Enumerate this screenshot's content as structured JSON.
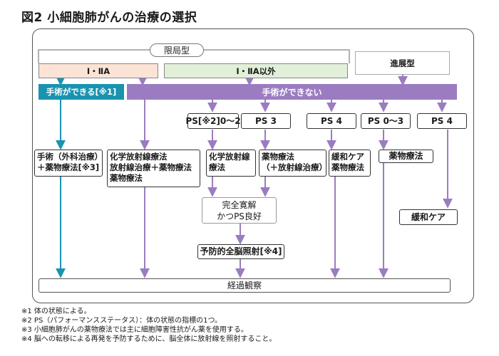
{
  "title": "図2 小細胞肺がんの治療の選択",
  "colors": {
    "teal": "#1a93b0",
    "purple": "#9b7cc1",
    "orange_fill": "#fbe3d6",
    "green_fill": "#e2efd9"
  },
  "stage": {
    "limited": "限局型",
    "stage_1_2a": "Ⅰ・ⅡA",
    "stage_other": "Ⅰ・ⅡA以外",
    "extensive": "進展型"
  },
  "surgery": {
    "possible": "手術ができる[※1]",
    "impossible": "手術ができない"
  },
  "ps": {
    "ps_0_2": "PS[※2]0～2",
    "ps_3": "PS 3",
    "ps_4_left": "PS 4",
    "ps_0_3": "PS 0～3",
    "ps_4_right": "PS 4"
  },
  "treatments": {
    "surgery_combo": "手術（外科治療）\n＋薬物療法[※3]",
    "chemo_radiation": "化学放射線療法\n放射線治療＋薬物療法\n薬物療法",
    "chemo_radiation_2": "化学放射線\n療法",
    "drug_radiation": "薬物療法\n（＋放射線治療）",
    "palliative_drug": "緩和ケア\n薬物療法",
    "drug_therapy": "薬物療法"
  },
  "remission": "完全寛解\nかつPS良好",
  "pci": "予防的全脳照射[※4]",
  "palliative": "緩和ケア",
  "observation": "経過観察",
  "footnotes": [
    "※1 体の状態による。",
    "※2 PS（パフォーマンスステータス）：体の状態の指標の1つ。",
    "※3 小細胞肺がんの薬物療法では主に細胞障害性抗がん薬を使用する。",
    "※4 脳への転移による再発を予防するために、脳全体に放射線を照射すること。"
  ]
}
